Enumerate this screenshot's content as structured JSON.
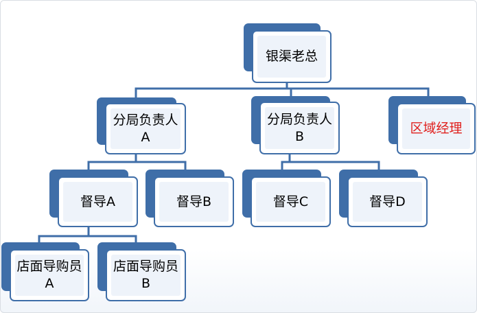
{
  "diagram": {
    "nodes": {
      "root": "银渠老总",
      "branch_a": "分局负责人A",
      "branch_b": "分局负责人B",
      "regional_manager": "区域经理",
      "supervisor_a": "督导A",
      "supervisor_b": "督导B",
      "supervisor_c": "督导C",
      "supervisor_d": "督导D",
      "guide_a": "店面导购员A",
      "guide_b": "店面导购员B"
    },
    "colors": {
      "box_border": "#3f6ea8",
      "box_shadow": "#3f6ea8",
      "box_fill": "#eef3fa",
      "connector": "#3f6ea8",
      "highlight_text": "#e0201d"
    }
  }
}
